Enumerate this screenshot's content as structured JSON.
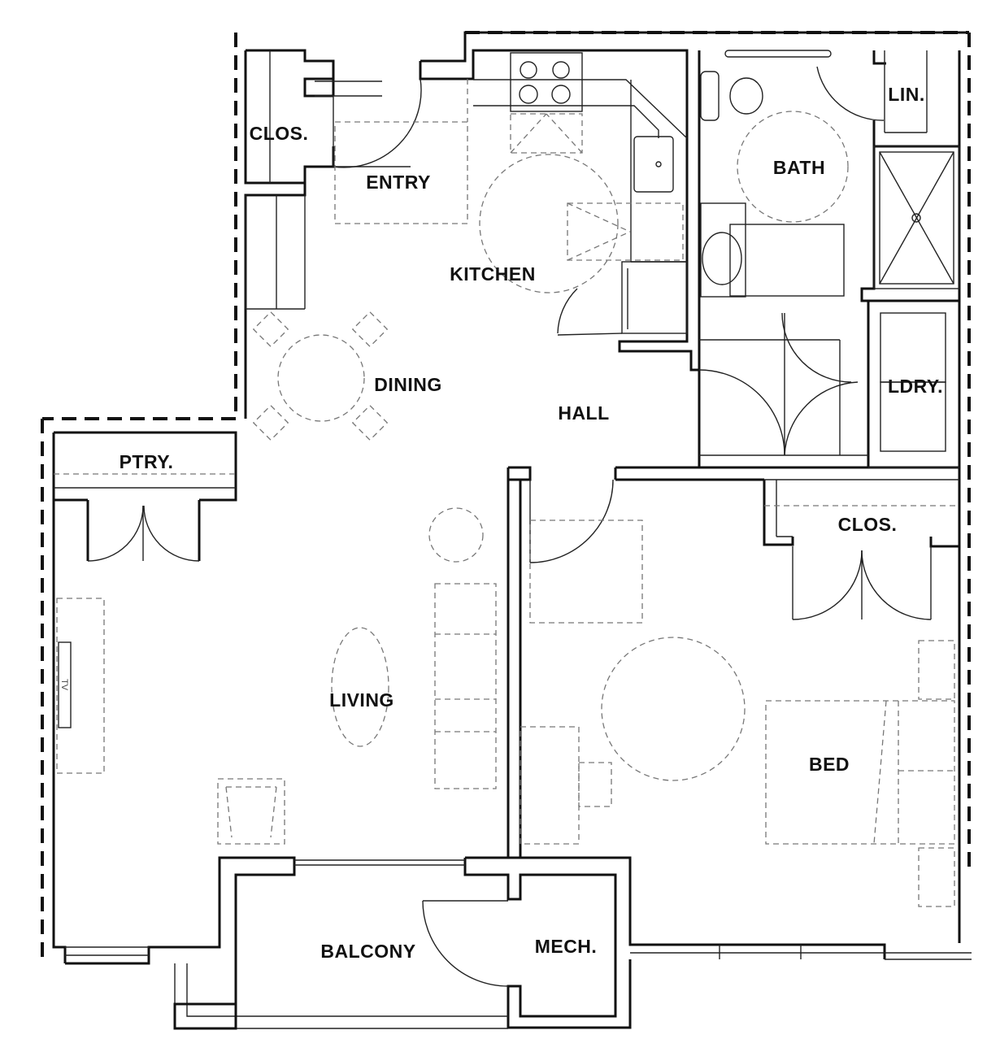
{
  "rooms": {
    "clos_entry": "CLOS.",
    "entry": "ENTRY",
    "kitchen": "KITCHEN",
    "bath": "BATH",
    "linen": "LIN.",
    "dining": "DINING",
    "hall": "HALL",
    "laundry": "LDRY.",
    "pantry": "PTRY.",
    "clos_bed": "CLOS.",
    "living": "LIVING",
    "bed": "BED",
    "balcony": "BALCONY",
    "mech": "MECH."
  },
  "fixtures": {
    "tv": "TV"
  }
}
